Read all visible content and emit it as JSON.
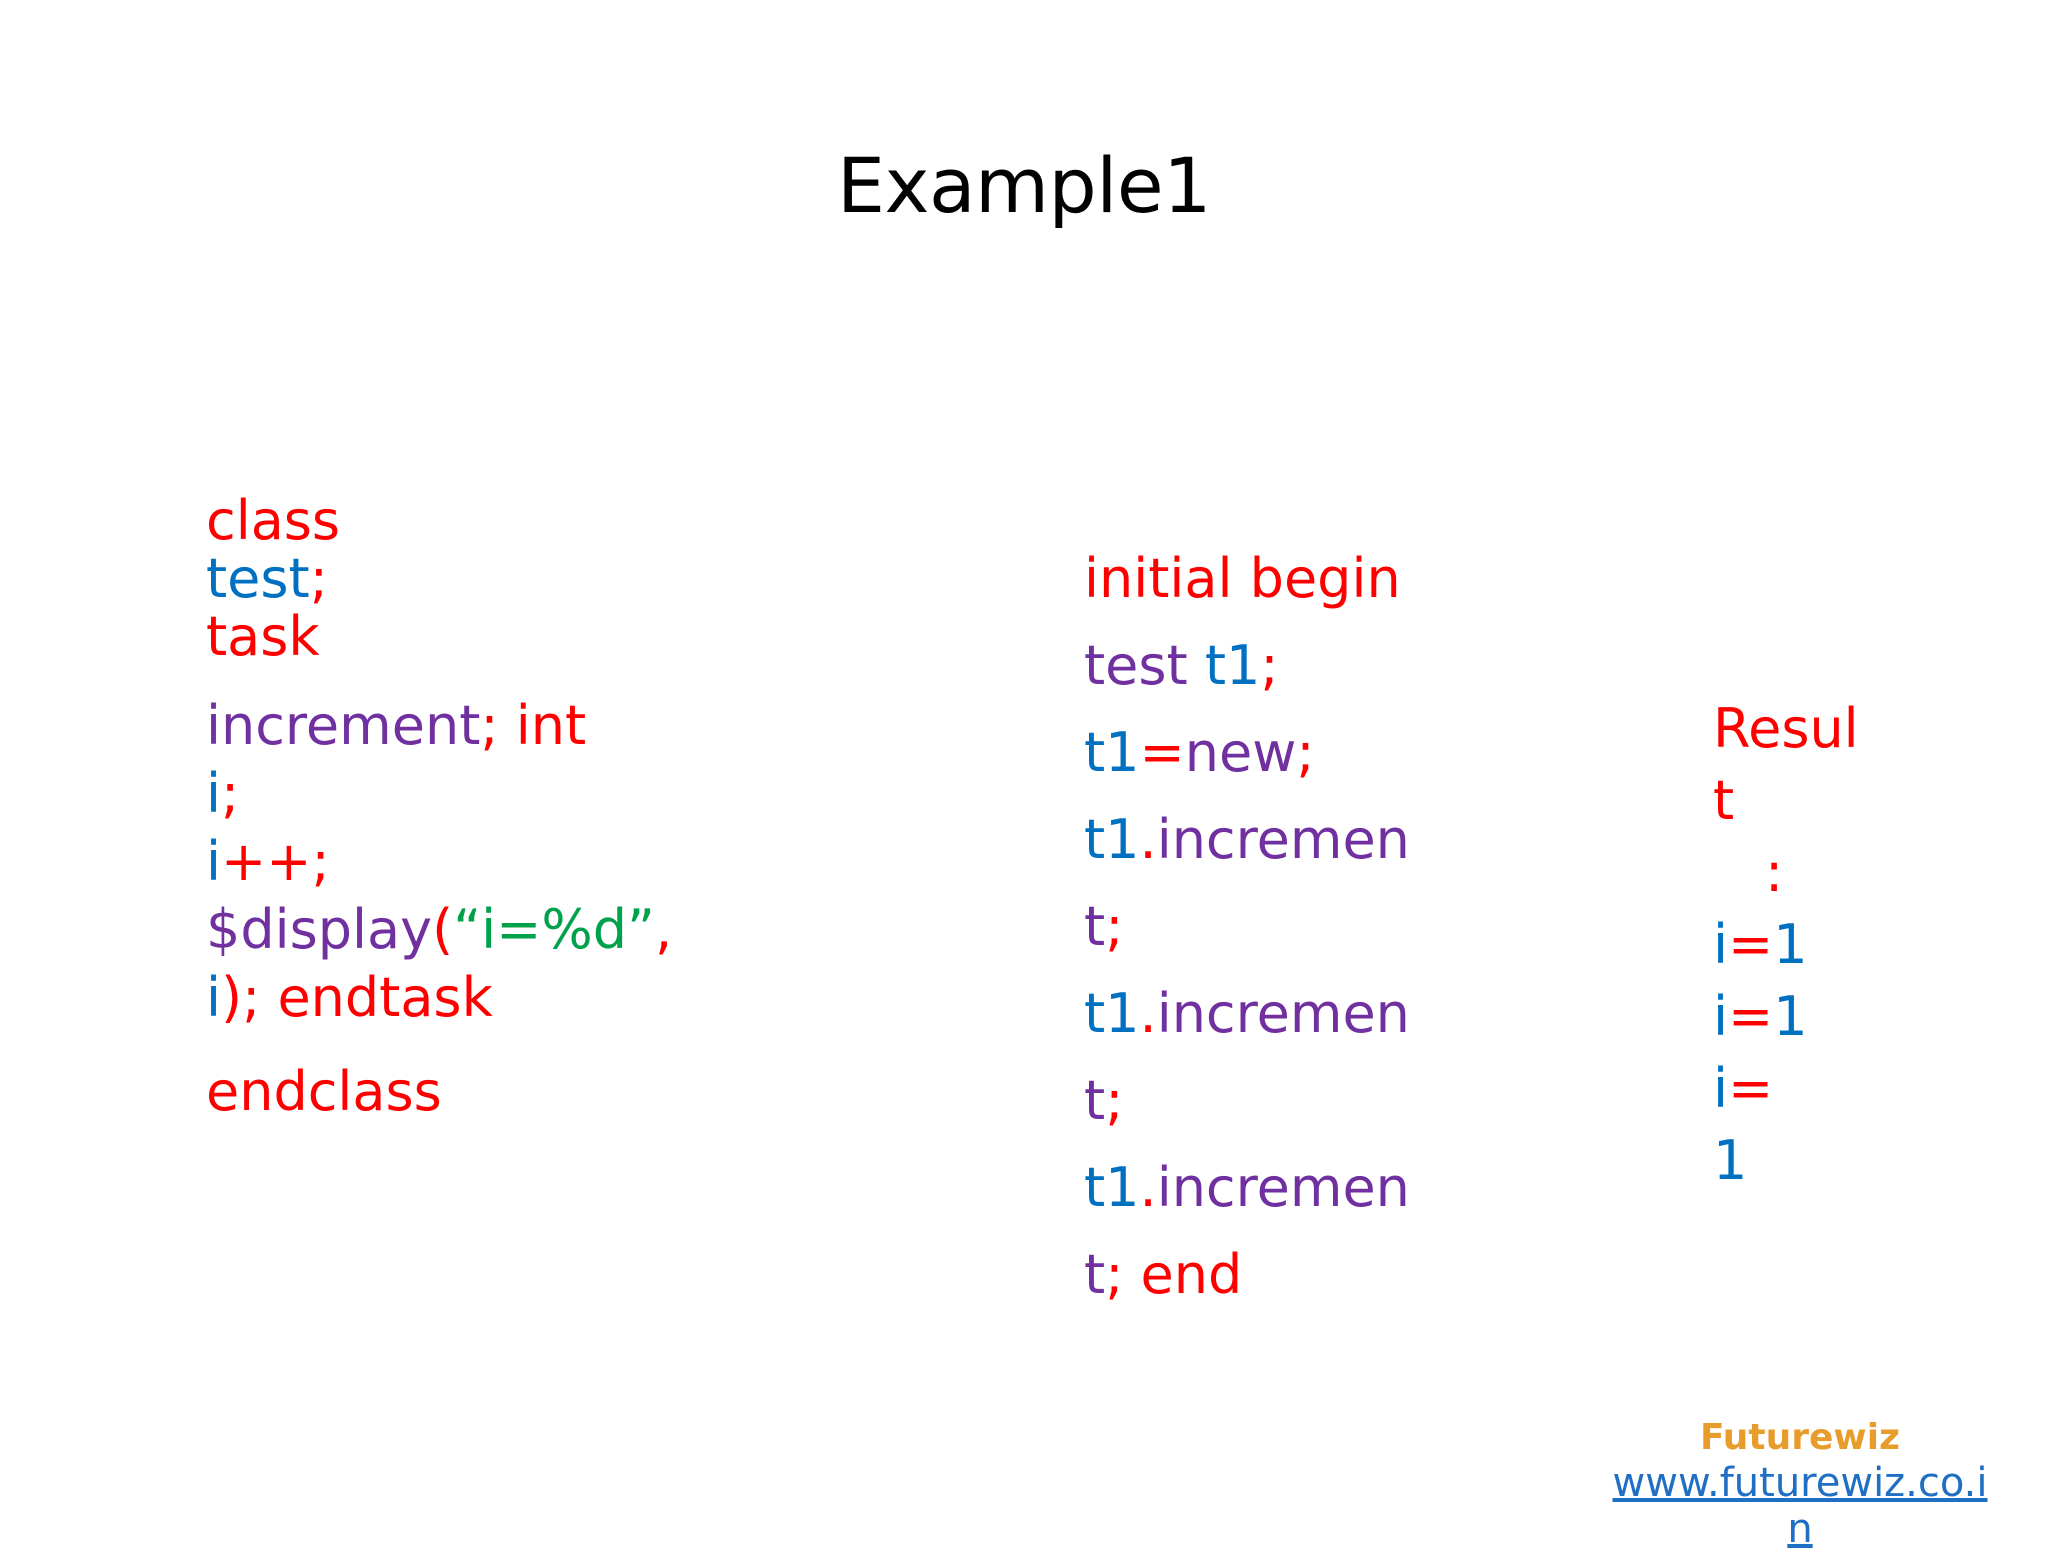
{
  "slide": {
    "title": "Example1",
    "background": "#ffffff"
  },
  "palette": {
    "keyword": "#FF0000",
    "identifier": "#0070C0",
    "method": "#7030A0",
    "string": "#00A14B",
    "title": "#000000",
    "brand": "#E89C2C",
    "link": "#1F6FC4"
  },
  "left_column": {
    "name": "class-definition-code",
    "lines": [
      {
        "tokens": [
          {
            "text": "class",
            "role": "keyword"
          }
        ]
      },
      {
        "tokens": [
          {
            "text": "test",
            "role": "identifier"
          },
          {
            "text": ";",
            "role": "keyword"
          }
        ]
      },
      {
        "tokens": [
          {
            "text": "task",
            "role": "keyword"
          }
        ]
      },
      {
        "tokens": [
          {
            "text": "increment",
            "role": "method"
          },
          {
            "text": "; ",
            "role": "keyword"
          },
          {
            "text": "int",
            "role": "keyword"
          }
        ]
      },
      {
        "tokens": [
          {
            "text": "i",
            "role": "identifier"
          },
          {
            "text": ";",
            "role": "keyword"
          }
        ]
      },
      {
        "tokens": [
          {
            "text": "i",
            "role": "identifier"
          },
          {
            "text": "++;",
            "role": "keyword"
          }
        ]
      },
      {
        "tokens": [
          {
            "text": "$display",
            "role": "method"
          },
          {
            "text": "(",
            "role": "keyword"
          },
          {
            "text": "“i=%d”",
            "role": "string"
          },
          {
            "text": ",",
            "role": "keyword"
          }
        ]
      },
      {
        "tokens": [
          {
            "text": "i",
            "role": "identifier"
          },
          {
            "text": "); endtask",
            "role": "keyword"
          }
        ]
      },
      {
        "tokens": [
          {
            "text": "endclass",
            "role": "keyword"
          }
        ]
      }
    ],
    "plain_text": "class test; task increment; int i; i++; $display(“i=%d”, i); endtask endclass"
  },
  "middle_column": {
    "name": "initial-block-code",
    "lines": [
      {
        "tokens": [
          {
            "text": "initial begin",
            "role": "keyword"
          }
        ]
      },
      {
        "tokens": [
          {
            "text": "test ",
            "role": "method"
          },
          {
            "text": "t1",
            "role": "identifier"
          },
          {
            "text": ";",
            "role": "keyword"
          }
        ]
      },
      {
        "tokens": [
          {
            "text": "t1",
            "role": "identifier"
          },
          {
            "text": "=",
            "role": "keyword"
          },
          {
            "text": "new",
            "role": "method"
          },
          {
            "text": ";",
            "role": "keyword"
          }
        ]
      },
      {
        "tokens": [
          {
            "text": "t1",
            "role": "identifier"
          },
          {
            "text": ".",
            "role": "keyword"
          },
          {
            "text": "incremen",
            "role": "method"
          }
        ]
      },
      {
        "tokens": [
          {
            "text": "t",
            "role": "method"
          },
          {
            "text": ";",
            "role": "keyword"
          }
        ]
      },
      {
        "tokens": [
          {
            "text": "t1",
            "role": "identifier"
          },
          {
            "text": ".",
            "role": "keyword"
          },
          {
            "text": "incremen",
            "role": "method"
          }
        ]
      },
      {
        "tokens": [
          {
            "text": "t",
            "role": "method"
          },
          {
            "text": ";",
            "role": "keyword"
          }
        ]
      },
      {
        "tokens": [
          {
            "text": "t1",
            "role": "identifier"
          },
          {
            "text": ".",
            "role": "keyword"
          },
          {
            "text": "incremen",
            "role": "method"
          }
        ]
      },
      {
        "tokens": [
          {
            "text": "t",
            "role": "method"
          },
          {
            "text": "; ",
            "role": "keyword"
          },
          {
            "text": "end",
            "role": "keyword"
          }
        ]
      }
    ],
    "plain_text": "initial begin test t1; t1=new; t1.increment; t1.increment; t1.increment; end"
  },
  "right_column": {
    "name": "result-output",
    "heading_lines": [
      "Resul",
      "t"
    ],
    "colon": ":",
    "lines": [
      {
        "tokens": [
          {
            "text": "i",
            "role": "identifier"
          },
          {
            "text": "=",
            "role": "keyword"
          },
          {
            "text": "1",
            "role": "identifier"
          }
        ]
      },
      {
        "tokens": [
          {
            "text": "i",
            "role": "identifier"
          },
          {
            "text": "=",
            "role": "keyword"
          },
          {
            "text": "1",
            "role": "identifier"
          }
        ]
      },
      {
        "tokens": [
          {
            "text": "i",
            "role": "identifier"
          },
          {
            "text": "=",
            "role": "keyword"
          }
        ]
      },
      {
        "tokens": [
          {
            "text": "1",
            "role": "identifier"
          }
        ]
      }
    ],
    "plain_text": "Result : i=1 i=1 i=1"
  },
  "footer": {
    "brand_name": "Futurewiz",
    "link_text": "www.futurewiz.co.in"
  }
}
